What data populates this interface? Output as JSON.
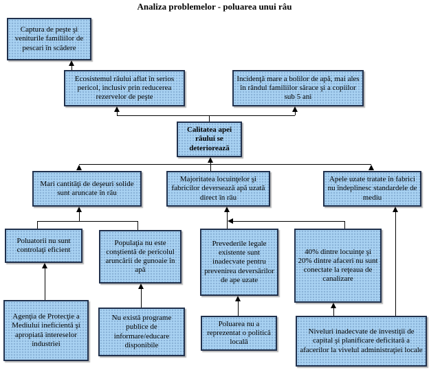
{
  "title": "Analiza problemelor - poluarea unui râu",
  "colors": {
    "box_fill": "#a9d2f2",
    "box_border": "#20304c",
    "connector_line": "#000000",
    "text": "#000000",
    "background": "#ffffff"
  },
  "nodes": {
    "captura": {
      "text": "Captura de peşte şi veniturile familiilor de pescari în scădere"
    },
    "ecosistem": {
      "text": "Ecosistemul râului aflat în serios pericol, inclusiv prin reducerea rezervelor de peşte"
    },
    "incidenta": {
      "text": "Incidenţă mare a bolilor de apă, mai ales în rândul familiilor sărace şi a copiilor sub 5 ani"
    },
    "calitate": {
      "text": "Calitatea apei râului se deteriorează"
    },
    "deseuri": {
      "text": "Mari cantităţi de deşeuri solide sunt aruncate în râu"
    },
    "locuinte": {
      "text": "Majoritatea locuinţelor şi fabricilor deversează apă uzată direct în râu"
    },
    "ape_uzate": {
      "text": "Apele uzate tratate în fabrici nu îndeplinesc standardele de mediu"
    },
    "poluatori": {
      "text": "Poluatorii nu sunt controlaţi eficient"
    },
    "populatie": {
      "text": "Populaţia nu este conştientă de pericolul aruncării de gunoaie în apă"
    },
    "prevederi": {
      "text": "Prevederile legale existente sunt inadecvate pentru prevenirea deversărilor de ape uzate"
    },
    "conectare": {
      "text": "40% dintre locuinţe şi 20% dintre afaceri nu sunt conectate la reţeaua de canalizare"
    },
    "agentia": {
      "text": "Agenţia de Protecţie a Mediului ineficientă şi apropiată intereselor industriei"
    },
    "programe": {
      "text": "Nu există programe publice de informare/educare disponibile"
    },
    "politica": {
      "text": "Poluarea nu a reprezentat o politică locală"
    },
    "investitii": {
      "text": "Niveluri inadecvate de investiţii de capital şi planificare deficitară a afacerilor la vivelul administraţiei locale"
    }
  },
  "edges": [
    {
      "from": "ecosistem",
      "to": "captura"
    },
    {
      "from": "calitate",
      "to": "ecosistem"
    },
    {
      "from": "calitate",
      "to": "incidenta"
    },
    {
      "from": "deseuri",
      "to": "calitate"
    },
    {
      "from": "locuinte",
      "to": "calitate"
    },
    {
      "from": "ape_uzate",
      "to": "calitate"
    },
    {
      "from": "poluatori",
      "to": "deseuri"
    },
    {
      "from": "populatie",
      "to": "deseuri"
    },
    {
      "from": "prevederi",
      "to": "locuinte"
    },
    {
      "from": "conectare",
      "to": "locuinte"
    },
    {
      "from": "agentia",
      "to": "poluatori"
    },
    {
      "from": "programe",
      "to": "populatie"
    },
    {
      "from": "politica",
      "to": "prevederi"
    },
    {
      "from": "investitii",
      "to": "conectare"
    },
    {
      "from": "investitii",
      "to": "ape_uzate"
    }
  ]
}
